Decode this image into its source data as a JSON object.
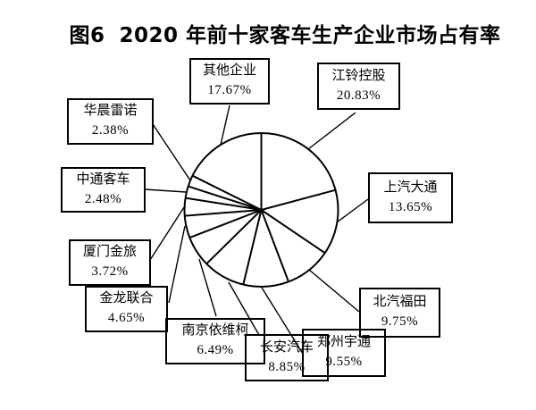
{
  "header": {
    "figure_label": "图6",
    "title": "2020 年前十家客车生产企业市场占有率"
  },
  "chart_data": {
    "type": "pie",
    "title": "图6 2020年前十家客车生产企业市场占有率",
    "start_angle_deg": 0,
    "direction": "clockwise",
    "slice_fill": "#ffffff",
    "outline_color": "#000000",
    "legend_position": "none",
    "labels_style": "boxed callouts with leader lines",
    "series": [
      {
        "label": "江铃控股",
        "value": 20.83,
        "display": "20.83%"
      },
      {
        "label": "上汽大通",
        "value": 13.65,
        "display": "13.65%"
      },
      {
        "label": "北汽福田",
        "value": 9.75,
        "display": "9.75%"
      },
      {
        "label": "郑州宇通",
        "value": 9.55,
        "display": "9.55%"
      },
      {
        "label": "长安汽车",
        "value": 8.85,
        "display": "8.85%"
      },
      {
        "label": "南京依维柯",
        "value": 6.49,
        "display": "6.49%"
      },
      {
        "label": "金龙联合",
        "value": 4.65,
        "display": "4.65%"
      },
      {
        "label": "厦门金旅",
        "value": 3.72,
        "display": "3.72%"
      },
      {
        "label": "中通客车",
        "value": 2.48,
        "display": "2.48%"
      },
      {
        "label": "华晨雷诺",
        "value": 2.38,
        "display": "2.38%"
      },
      {
        "label": "其他企业",
        "value": 17.67,
        "display": "17.67%"
      }
    ]
  }
}
